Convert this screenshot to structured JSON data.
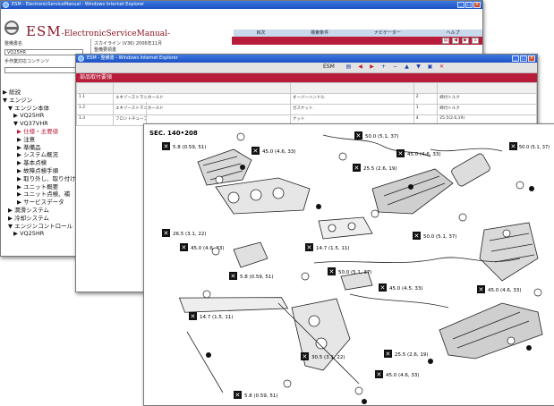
{
  "window1": {
    "title": "ESM - ElectronicServiceManual - Windows Internet Explorer",
    "app_title": "ESM",
    "app_subtitle": "-ElectronicServiceManual-",
    "top_links": [
      "目次",
      "検索条件",
      "ナビゲーター",
      "ヘルプ"
    ],
    "sidebar": {
      "label1": "整備書名",
      "input1": "VQ25HR",
      "label2": "手作業対応コンテンツ",
      "input2": "",
      "items": [
        {
          "text": "▶ 総説",
          "level": 1
        },
        {
          "text": "▼ エンジン",
          "level": 1
        },
        {
          "text": "▼ エンジン本体",
          "level": 2
        },
        {
          "text": "▶ VQ25HR",
          "level": 3
        },
        {
          "text": "▼ VQ37VHR",
          "level": 3
        },
        {
          "text": "▶ 仕様・主要値",
          "level": 4
        },
        {
          "text": "▶ 注意",
          "level": 4
        },
        {
          "text": "▶ 準備品",
          "level": 4
        },
        {
          "text": "▶ システム概況",
          "level": 4
        },
        {
          "text": "▶ 基本点検",
          "level": 4
        },
        {
          "text": "▶ 故障点検手順",
          "level": 4
        },
        {
          "text": "▶ 取り外し、取り付け",
          "level": 4
        },
        {
          "text": "▶ ユニット概要",
          "level": 4
        },
        {
          "text": "▶ ユニット点検、補",
          "level": 4
        },
        {
          "text": "▶ サービスデータ",
          "level": 4
        },
        {
          "text": "▶ 潤滑システム",
          "level": 2
        },
        {
          "text": "▶ 冷却システム",
          "level": 2
        },
        {
          "text": "▼ エンジンコントロール",
          "level": 2
        },
        {
          "text": "▶ VQ25HR",
          "level": 3
        }
      ]
    },
    "content_lines": [
      "スカイライン (V36) 2006年11月",
      "整備要領書"
    ]
  },
  "window2": {
    "title": "ESM - 整備書 - Windows Internet Explorer",
    "esm_label": "ESM",
    "section_title": "部品取付要領",
    "table_rows": [
      [
        "1.1",
        "エキゾーストマニホールド",
        "オーバーハンドル",
        "2",
        "締付トルク"
      ],
      [
        "1.2",
        "エキゾーストマニホールド",
        "ガスケット",
        "1",
        "締付トルク"
      ],
      [
        "1.3",
        "フロントチューブ",
        "ナット",
        "4",
        "25.5(2.6,19)"
      ]
    ]
  },
  "diagram": {
    "sec_label": "SEC. 140•208",
    "torques": [
      "5.8 (0.59, 51)",
      "45.0 (4.6, 33)",
      "50.0 (5.1, 37)",
      "25.5 (2.6, 19)",
      "45.0 (4.6, 33)",
      "50.0 (5.1, 37)",
      "26.5 (3.1, 22)",
      "45.0 (4.6, 33)",
      "14.7 (1.5, 11)",
      "50.0 (5.1, 37)",
      "5.8 (0.59, 51)",
      "50.0 (5.1, 37)",
      "45.0 (4.5, 33)",
      "45.0 (4.6, 33)",
      "14.7 (1.5, 11)",
      "25.5 (2.6, 19)",
      "30.5 (3.1, 22)",
      "45.0 (4.6, 33)",
      "5.8 (0.59, 51)"
    ]
  }
}
